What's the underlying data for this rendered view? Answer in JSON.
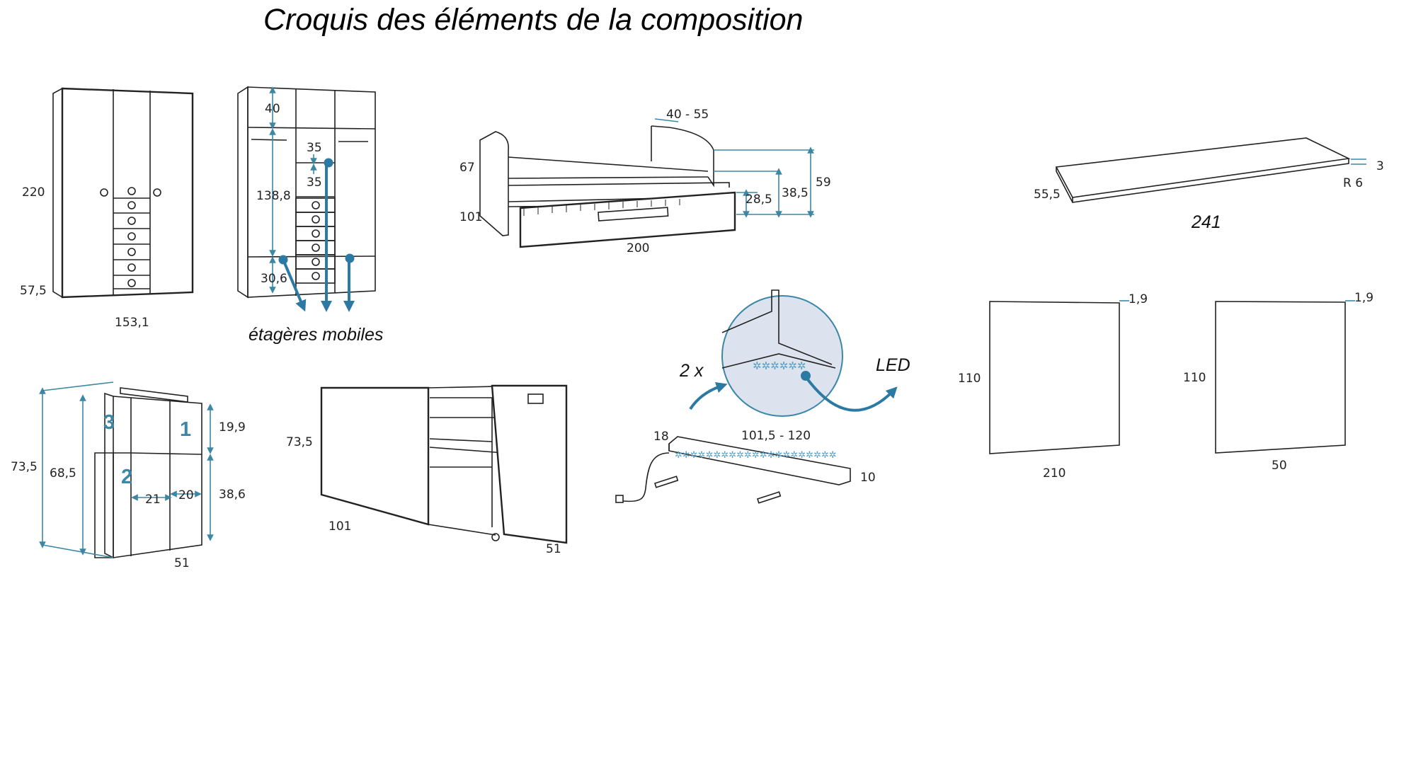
{
  "title": "Croquis des éléments de la composition",
  "wardrobe": {
    "height": "220",
    "base": "57,5",
    "width": "153,1"
  },
  "wardrobe_interior": {
    "top": "40",
    "shelf_a": "35",
    "shelf_b": "35",
    "hanging": "138,8",
    "bottom": "30,6",
    "caption": "étagères mobiles"
  },
  "bed": {
    "guard": "40 - 55",
    "left_height": "67",
    "depth": "101",
    "length": "200",
    "drawer_height": "28,5",
    "mid_height": "38,5",
    "total_height": "59"
  },
  "worktop": {
    "depth": "55,5",
    "length": "241",
    "thickness": "3",
    "radius": "R 6"
  },
  "shelf_unit": {
    "total_height": "73,5",
    "inner_height": "68,5",
    "upper": "19,9",
    "lower": "38,6",
    "width_a": "21",
    "width_b": "20",
    "depth": "51",
    "labels": [
      "3",
      "1",
      "2"
    ]
  },
  "desk": {
    "height": "73,5",
    "width": "101",
    "depth": "51"
  },
  "led": {
    "count": "2 x",
    "label": "LED",
    "length": "101,5 - 120",
    "left": "18",
    "right": "10"
  },
  "panel_large": {
    "thickness": "1,9",
    "height": "110",
    "width": "210"
  },
  "panel_small": {
    "thickness": "1,9",
    "height": "110",
    "width": "50"
  }
}
